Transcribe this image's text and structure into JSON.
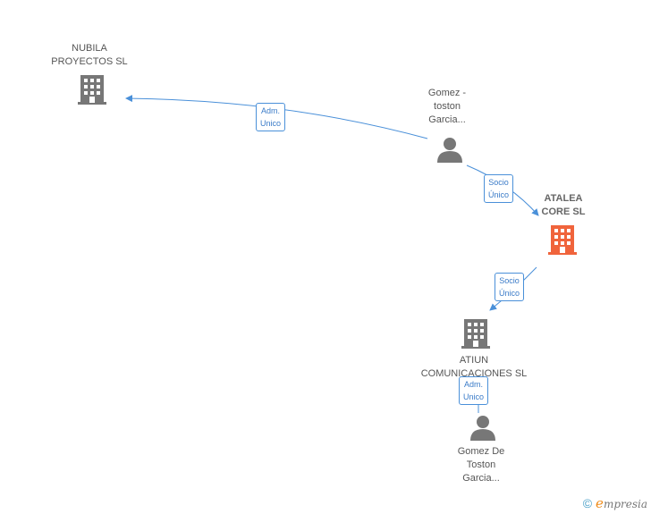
{
  "nodes": {
    "nubila": {
      "line1": "NUBILA",
      "line2": "PROYECTOS SL"
    },
    "gomez_toston": {
      "line1": "Gomez -",
      "line2": "toston",
      "line3": "Garcia..."
    },
    "atalea": {
      "line1": "ATALEA",
      "line2": "CORE SL"
    },
    "atiun": {
      "line1": "ATIUN",
      "line2": "COMUNICACIONES SL"
    },
    "gomez_de_toston": {
      "line1": "Gomez De",
      "line2": "Toston",
      "line3": "Garcia..."
    }
  },
  "edges": {
    "adm1": {
      "line1": "Adm.",
      "line2": "Unico"
    },
    "socio1": {
      "line1": "Socio",
      "line2": "Único"
    },
    "socio2": {
      "line1": "Socio",
      "line2": "Único"
    },
    "adm2": {
      "line1": "Adm.",
      "line2": "Unico"
    }
  },
  "colors": {
    "edge": "#4a90d9",
    "company": "#777777",
    "main_company": "#f0643c",
    "person": "#777777"
  },
  "brand": {
    "copyright": "©",
    "e": "e",
    "rest": "mpresia"
  }
}
